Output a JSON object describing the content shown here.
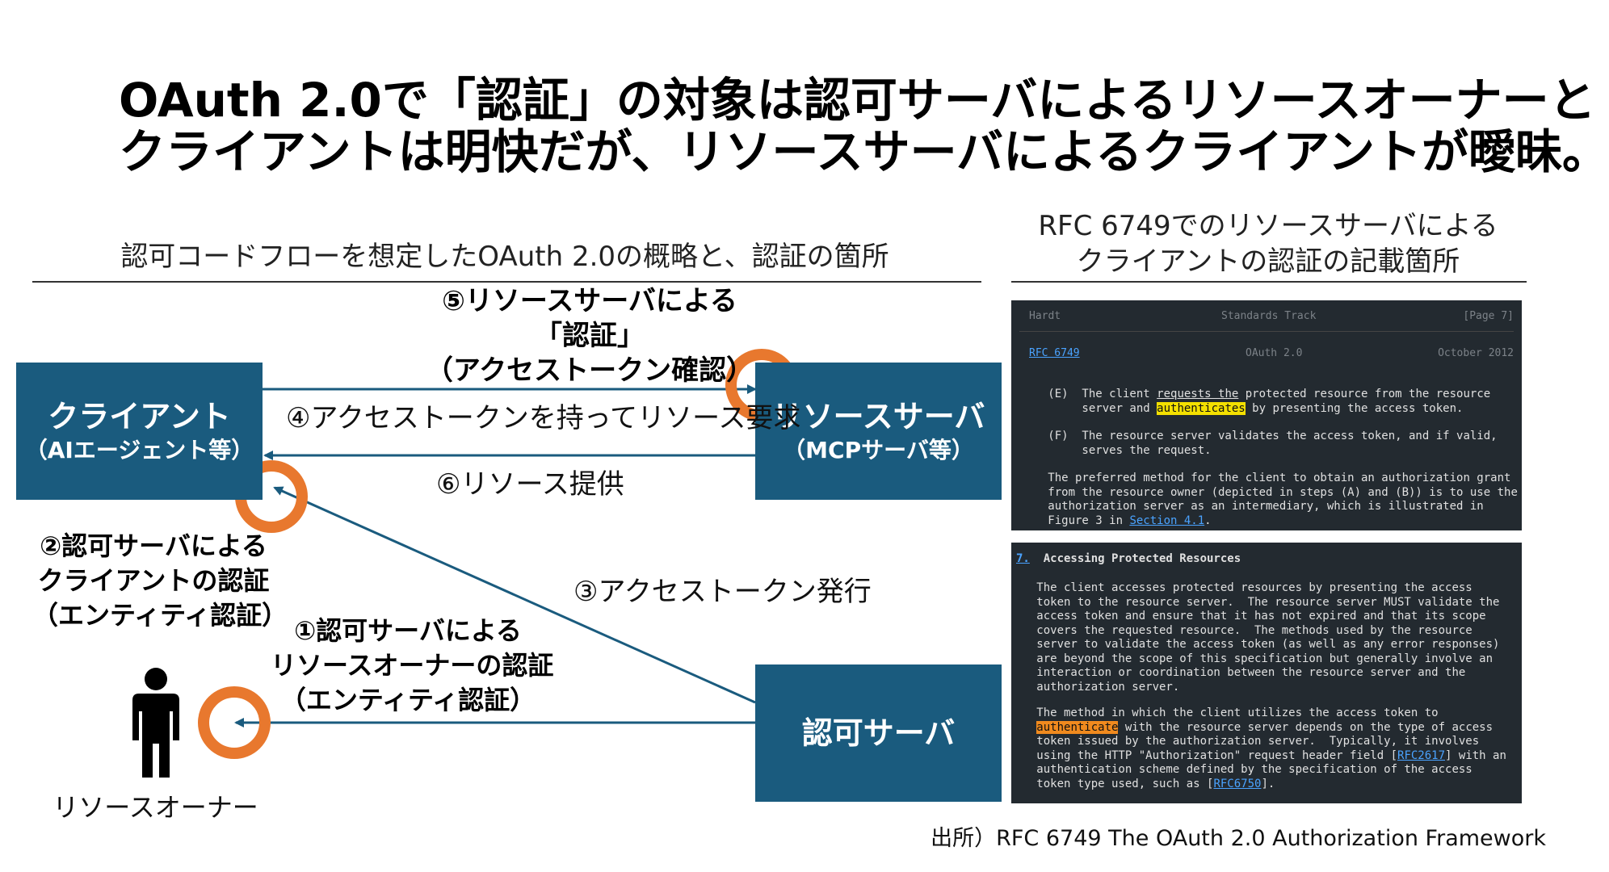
{
  "title": {
    "line1": "OAuth 2.0で「認証」の対象は認可サーバによるリソースオーナーと",
    "line2": "クライアントは明快だが、リソースサーバによるクライアントが曖昧。"
  },
  "left_heading": "認可コードフローを想定したOAuth 2.0の概略と、認証の箇所",
  "right_heading": {
    "line1": "RFC 6749でのリソースサーバによる",
    "line2": "クライアントの認証の記載箇所"
  },
  "nodes": {
    "client": {
      "name": "クライアント",
      "sub": "（AIエージェント等）"
    },
    "resource_server": {
      "name": "リソースサーバ",
      "sub": "（MCPサーバ等）"
    },
    "auth_server": {
      "name": "認可サーバ"
    },
    "resource_owner": {
      "name": "リソースオーナー"
    }
  },
  "steps": {
    "s1": [
      "①認可サーバによる",
      "リソースオーナーの認証",
      "（エンティティ認証）"
    ],
    "s2": [
      "②認可サーバによる",
      "クライアントの認証",
      "（エンティティ認証）"
    ],
    "s3": "③アクセストークン発行",
    "s4": "④アクセストークンを持ってリソース要求",
    "s5": [
      "⑤リソースサーバによる",
      "「認証」",
      "（アクセストークン確認）"
    ],
    "s6": "⑥リソース提供"
  },
  "colors": {
    "box": "#1a5b7e",
    "circle": "#e8782e",
    "arrow": "#1a5b7e",
    "panel": "#232a30",
    "highlight_yellow": "#f4e000",
    "highlight_orange": "#f08a1e"
  },
  "rfc_top": {
    "footer": {
      "left": "Hardt",
      "center": "Standards Track",
      "right": "[Page 7]"
    },
    "header": {
      "left": "RFC 6749",
      "center": "OAuth 2.0",
      "right": "October 2012"
    },
    "e": {
      "l1_a": "   (E)  The client ",
      "l1_b": "requests the",
      "l1_c": " protected resource from the resource",
      "l2_a": "        server and ",
      "l2_hl": "authenticates",
      "l2_b": " by presenting the access token."
    },
    "f": {
      "l1": "   (F)  The resource server validates the access token, and if valid,",
      "l2": "        serves the request."
    },
    "p": {
      "l1": "   The preferred method for the client to obtain an authorization grant",
      "l2": "   from the resource owner (depicted in steps (A) and (B)) is to use the",
      "l3": "   authorization server as an intermediary, which is illustrated in",
      "l4_a": "   Figure 3 in ",
      "l4_link": "Section 4.1",
      "l4_b": "."
    }
  },
  "rfc_bottom": {
    "num": "7.",
    "heading": "  Accessing Protected Resources",
    "p1": [
      "   The client accesses protected resources by presenting the access",
      "   token to the resource server.  The resource server MUST validate the",
      "   access token and ensure that it has not expired and that its scope",
      "   covers the requested resource.  The methods used by the resource",
      "   server to validate the access token (as well as any error responses)",
      "   are beyond the scope of this specification but generally involve an",
      "   interaction or coordination between the resource server and the",
      "   authorization server."
    ],
    "p2": {
      "l1": "   The method in which the client utilizes the access token to",
      "l2_pre": "   ",
      "l2_hl": "authenticate",
      "l2_b": " with the resource server depends on the type of access",
      "l3": "   token issued by the authorization server.  Typically, it involves",
      "l4_a": "   using the HTTP \"Authorization\" request header field [",
      "l4_link": "RFC2617",
      "l4_b": "] with an",
      "l5": "   authentication scheme defined by the specification of the access",
      "l6_a": "   token type used, such as [",
      "l6_link": "RFC6750",
      "l6_b": "]."
    }
  },
  "source": "出所）RFC 6749 The OAuth 2.0 Authorization Framework"
}
